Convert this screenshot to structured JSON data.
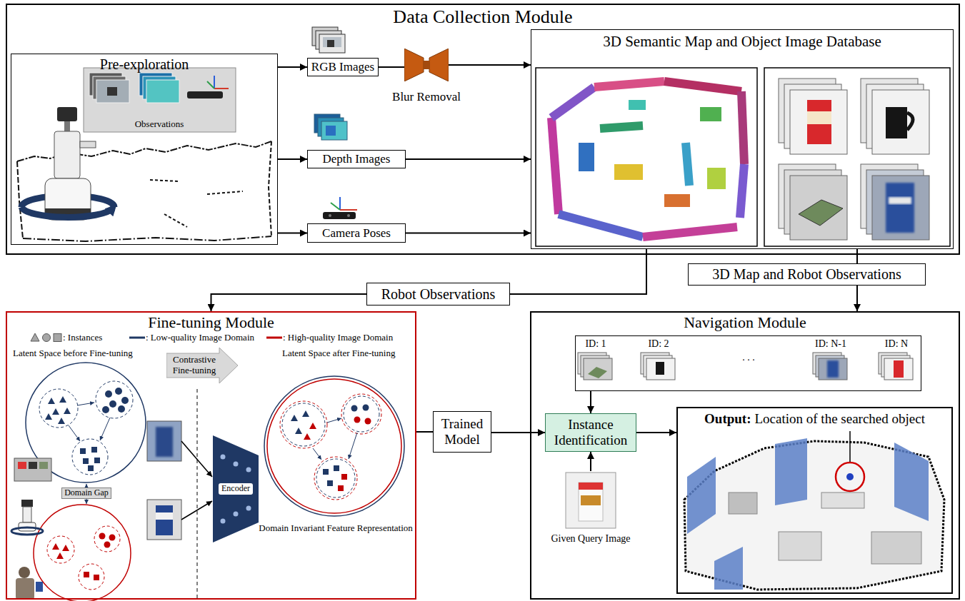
{
  "diagram": {
    "nodes": [
      {
        "text": [
          "Data Collection Module"
        ]
      },
      {
        "text": [
          "Pre-exploration"
        ],
        "in": 0
      },
      {
        "text": [
          "Observations"
        ],
        "in": 1
      },
      {
        "text": [
          "RGB Images"
        ],
        "in": 0
      },
      {
        "text": [
          "Blur Removal"
        ],
        "in": 0
      },
      {
        "text": [
          "Depth Images"
        ],
        "in": 0
      },
      {
        "text": [
          "Camera Poses"
        ],
        "in": 0
      },
      {
        "text": [
          "3D Semantic Map and Object Image Database"
        ],
        "in": 0
      },
      {
        "text": [
          "Robot Observations"
        ]
      },
      {
        "text": [
          "3D Map and Robot Observations"
        ]
      },
      {
        "text": [
          "Fine-tuning Module"
        ]
      },
      {
        "text": [
          "Contrastive Fine-tuning"
        ],
        "in": 10
      },
      {
        "text": [
          "Domain Gap"
        ],
        "in": 10
      },
      {
        "text": [
          "Encoder"
        ],
        "in": 10
      },
      {
        "text": [
          "Trained Model"
        ]
      },
      {
        "text": [
          "Navigation Module"
        ]
      },
      {
        "text": [
          "ID: 1",
          "ID: 2",
          ". . .",
          "ID: N-1",
          "ID: N"
        ],
        "in": 15
      },
      {
        "text": [
          "Instance Identification"
        ],
        "in": 15
      },
      {
        "text": [
          "Given Query Image"
        ],
        "in": 15
      },
      {
        "text": [
          "Output:",
          "Location of the searched object"
        ],
        "in": 15
      }
    ],
    "edges": [
      {
        "from": 1,
        "to": 3,
        "arrow": "to"
      },
      {
        "from": 1,
        "to": 5,
        "arrow": "to"
      },
      {
        "from": 1,
        "to": 6,
        "arrow": "to"
      },
      {
        "from": 3,
        "to": 4,
        "arrow": "none"
      },
      {
        "from": 4,
        "to": 7,
        "arrow": "to"
      },
      {
        "from": 5,
        "to": 7,
        "arrow": "to"
      },
      {
        "from": 6,
        "to": 7,
        "arrow": "to"
      },
      {
        "from": 7,
        "to": 8,
        "arrow": "none"
      },
      {
        "from": 8,
        "to": 10,
        "arrow": "to"
      },
      {
        "from": 7,
        "to": 9,
        "arrow": "none"
      },
      {
        "from": 9,
        "to": 15,
        "arrow": "to"
      },
      {
        "from": 10,
        "to": 14,
        "arrow": "none"
      },
      {
        "from": 14,
        "to": 17,
        "arrow": "to"
      },
      {
        "from": 16,
        "to": 17,
        "arrow": "to"
      },
      {
        "from": 18,
        "to": 17,
        "arrow": "to"
      },
      {
        "from": 17,
        "to": 19,
        "arrow": "to"
      }
    ],
    "labels": [
      "Latent Space before Fine-tuning",
      "Latent Space after Fine-tuning",
      "Domain Invariant Feature Representation"
    ],
    "legend": [
      {
        "text": ": Instances"
      },
      {
        "text": ": Low-quality Image Domain"
      },
      {
        "text": ": High-quality Image Domain"
      }
    ]
  }
}
